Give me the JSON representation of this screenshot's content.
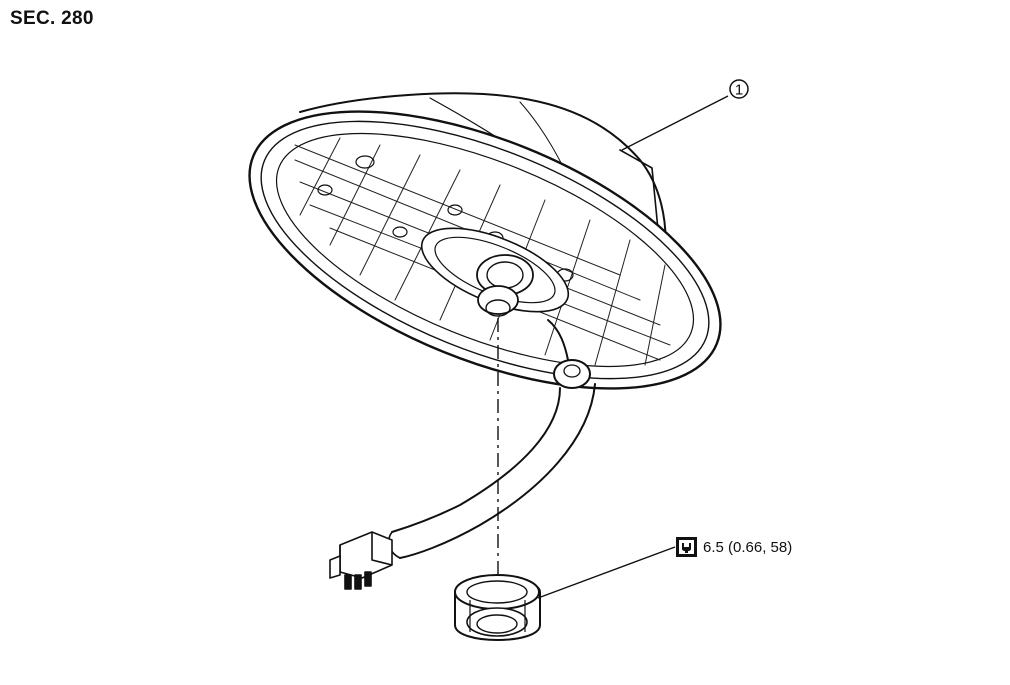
{
  "section": {
    "title": "SEC. 280"
  },
  "callouts": [
    {
      "number": "1"
    }
  ],
  "torque": {
    "icon": "torque-wrench-icon",
    "spec": "6.5 (0.66, 58)"
  }
}
